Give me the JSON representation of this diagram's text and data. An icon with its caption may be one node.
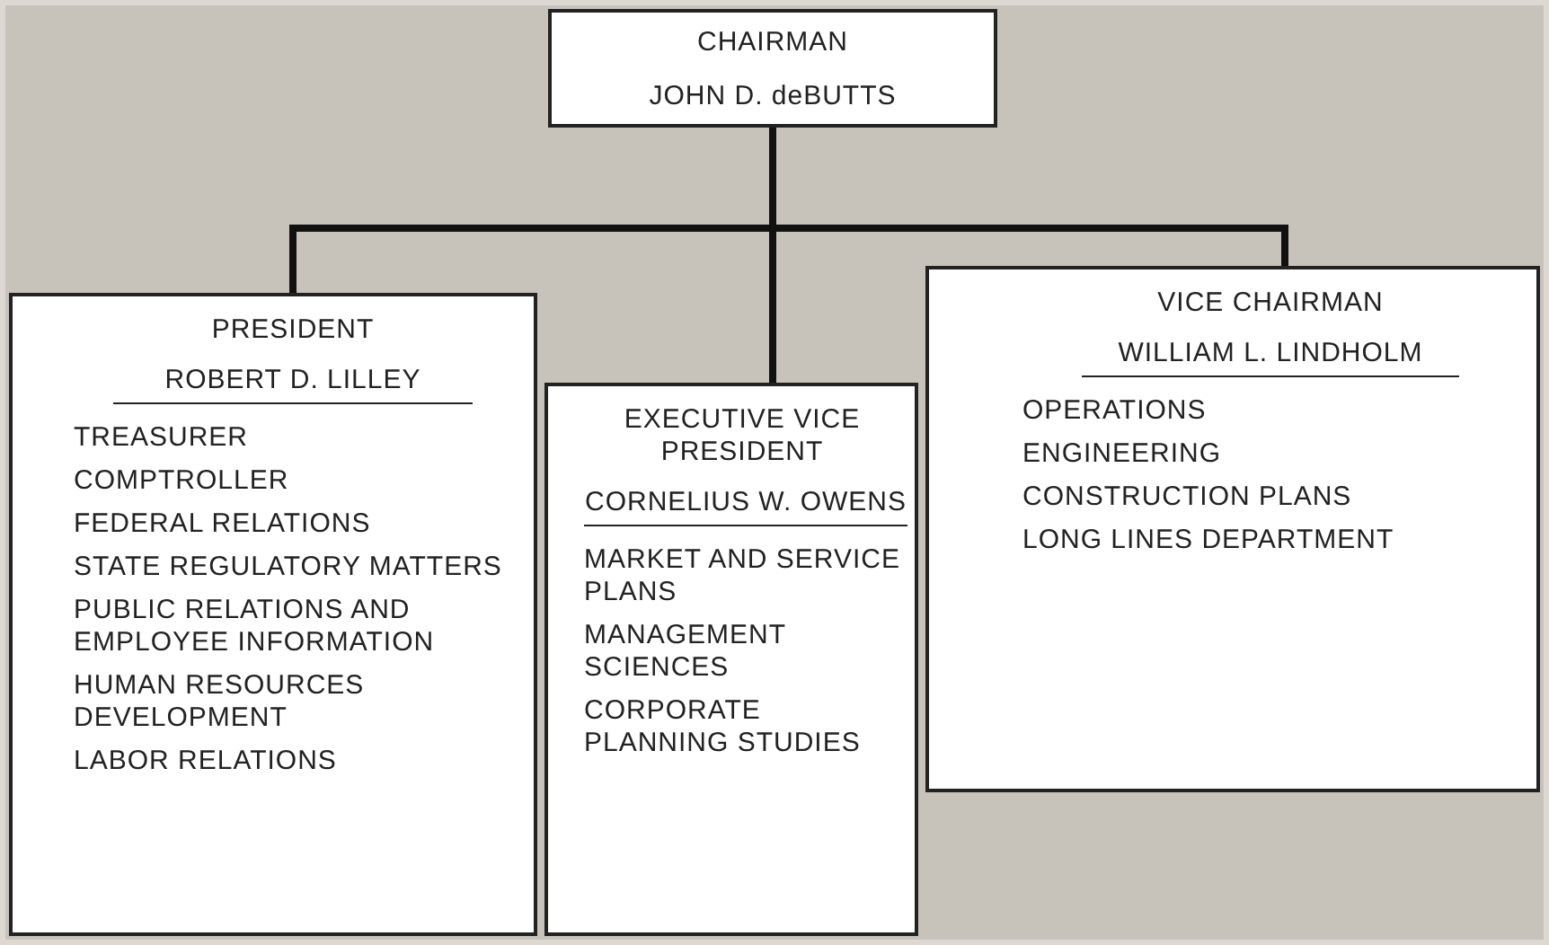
{
  "diagram": {
    "nodes": [
      {
        "text": [
          "CHAIRMAN",
          "JOHN D. deBUTTS"
        ]
      },
      {
        "text": [
          "PRESIDENT",
          "ROBERT D. LILLEY",
          "TREASURER",
          "COMPTROLLER",
          "FEDERAL RELATIONS",
          "STATE REGULATORY MATTERS",
          "PUBLIC RELATIONS AND EMPLOYEE INFORMATION",
          "HUMAN RESOURCES DEVELOPMENT",
          "LABOR RELATIONS"
        ]
      },
      {
        "text": [
          "EXECUTIVE VICE PRESIDENT",
          "CORNELIUS W. OWENS",
          "MARKET AND SERVICE PLANS",
          "MANAGEMENT SCIENCES",
          "CORPORATE PLANNING STUDIES"
        ]
      },
      {
        "text": [
          "VICE CHAIRMAN",
          "WILLIAM L. LINDHOLM",
          "OPERATIONS",
          "ENGINEERING",
          "CONSTRUCTION PLANS",
          "LONG LINES DEPARTMENT"
        ]
      }
    ],
    "edges": [
      {
        "from": 0,
        "to": 1,
        "arrow": "none"
      },
      {
        "from": 0,
        "to": 2,
        "arrow": "none"
      },
      {
        "from": 0,
        "to": 3,
        "arrow": "none"
      }
    ]
  }
}
